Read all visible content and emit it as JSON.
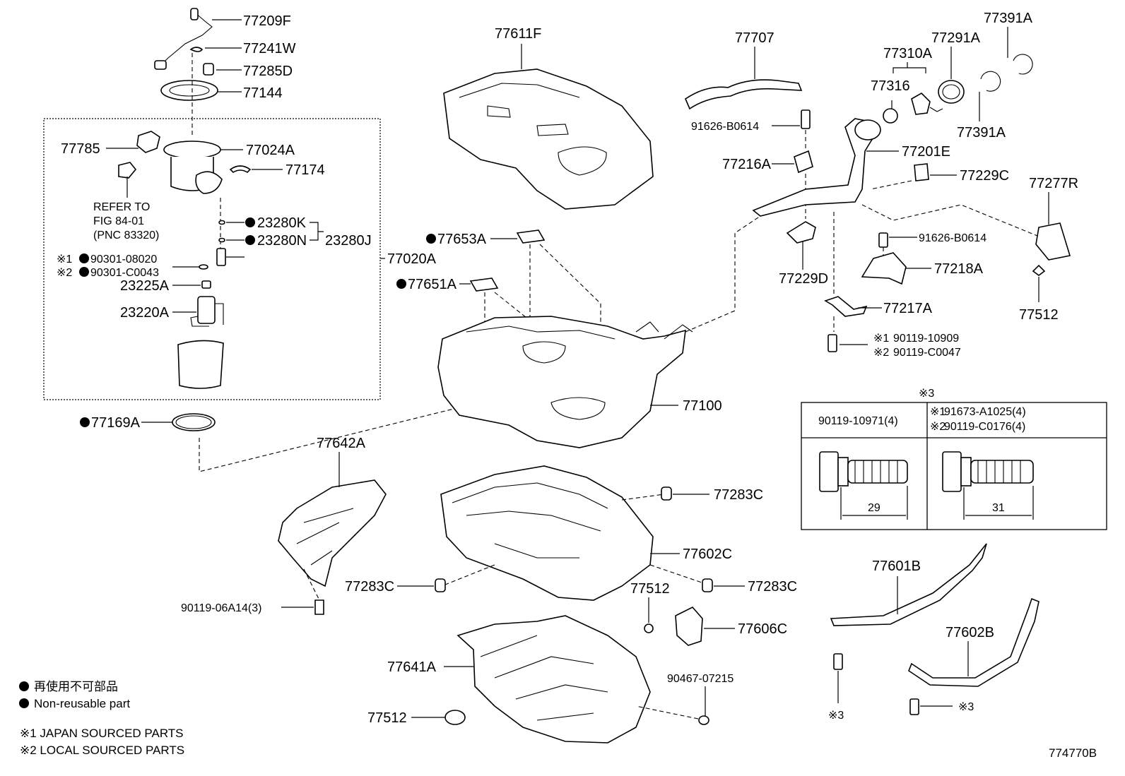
{
  "diagram_code": "774770B",
  "legend": {
    "non_reusable_jp": "再使用不可部品",
    "non_reusable_en": "Non-reusable part",
    "note1": "※1 JAPAN SOURCED PARTS",
    "note2": "※2 LOCAL SOURCED PARTS"
  },
  "parts": {
    "p77209F": "77209F",
    "p77241W": "77241W",
    "p77285D": "77285D",
    "p77144": "77144",
    "p77785": "77785",
    "p77024A": "77024A",
    "p77174": "77174",
    "refer1": "REFER TO",
    "refer2": "FIG 84-01",
    "refer3": "(PNC 83320)",
    "p23280K": "23280K",
    "p23280N": "23280N",
    "p23280J": "23280J",
    "p90301a": "90301-08020",
    "p90301b": "90301-C0043",
    "p77020A": "77020A",
    "p23225A": "23225A",
    "p23220A": "23220A",
    "p77169A": "77169A",
    "p77642A": "77642A",
    "p90119_06A14": "90119-06A14(3)",
    "p77611F": "77611F",
    "p77653A": "77653A",
    "p77651A": "77651A",
    "p77100": "77100",
    "p77283C_a": "77283C",
    "p77283C_b": "77283C",
    "p77283C_c": "77283C",
    "p77602C": "77602C",
    "p77512_a": "77512",
    "p77606C": "77606C",
    "p77641A": "77641A",
    "p90467": "90467-07215",
    "p77512_b": "77512",
    "p77707": "77707",
    "p77310A": "77310A",
    "p77291A": "77291A",
    "p77391A_a": "77391A",
    "p77391A_b": "77391A",
    "p77316": "77316",
    "p91626_a": "91626-B0614",
    "p77201E": "77201E",
    "p77216A": "77216A",
    "p77229C": "77229C",
    "p77277R": "77277R",
    "p91626_b": "91626-B0614",
    "p77229D": "77229D",
    "p77218A": "77218A",
    "p77217A": "77217A",
    "p77512_c": "77512",
    "p90119_10909": "90119-10909",
    "p90119_C0047": "90119-C0047",
    "p77601B": "77601B",
    "p77602B": "77602B",
    "star3_a": "※3",
    "star3_b": "※3"
  },
  "bolt_table": {
    "header_mark": "※3",
    "col1_part": "90119-10971(4)",
    "col2_part1": "91673-A1025(4)",
    "col2_part2": "90119-C0176(4)",
    "col1_dim": "29",
    "col2_dim": "31"
  },
  "marks": {
    "star1": "※1",
    "star2": "※2"
  }
}
